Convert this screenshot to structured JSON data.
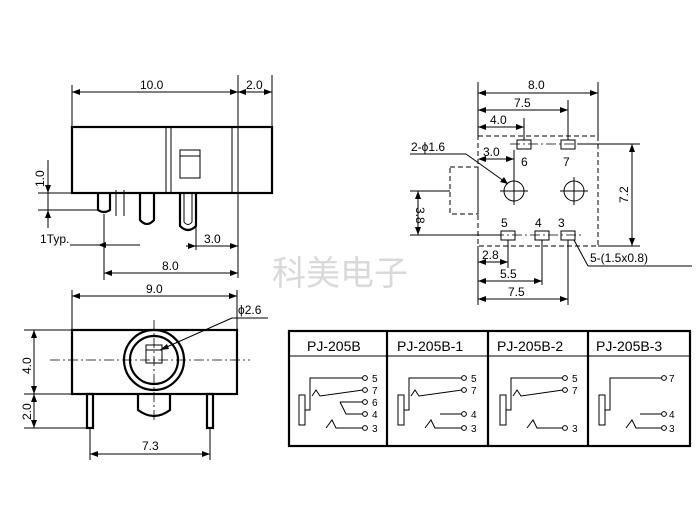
{
  "watermark": "科美电子",
  "top_view": {
    "width_label": "10.0",
    "right_label": "2.0",
    "height_label": "1.0",
    "typ_label": "1Typ.",
    "pin_gap_label": "3.0",
    "pin_span_label": "8.0"
  },
  "pcb_layout": {
    "top_width_label": "8.0",
    "span_75_label": "7.5",
    "span_40_label": "4.0",
    "hole_label": "2-ϕ1.6",
    "gap_30_label": "3.0",
    "height_72_label": "7.2",
    "left_38_label": "3.8",
    "bottom_28_label": "2.8",
    "bottom_55_label": "5.5",
    "bottom_75_label": "7.5",
    "slot_label": "5-(1.5x0.8)",
    "pin_labels": [
      "6",
      "7",
      "5",
      "4",
      "3"
    ]
  },
  "front_view": {
    "width_label": "9.0",
    "dia_label": "ϕ2.6",
    "height_label": "4.0",
    "leg_label": "2.0",
    "pin_span_label": "7.3"
  },
  "schematic_table": {
    "headers": [
      "PJ-205B",
      "PJ-205B-1",
      "PJ-205B-2",
      "PJ-205B-3"
    ],
    "pins": [
      [
        "5",
        "7",
        "6",
        "4",
        "3"
      ],
      [
        "5",
        "7",
        "4",
        "3"
      ],
      [
        "5",
        "7",
        "3"
      ],
      [
        "7",
        "4",
        "3"
      ]
    ]
  }
}
